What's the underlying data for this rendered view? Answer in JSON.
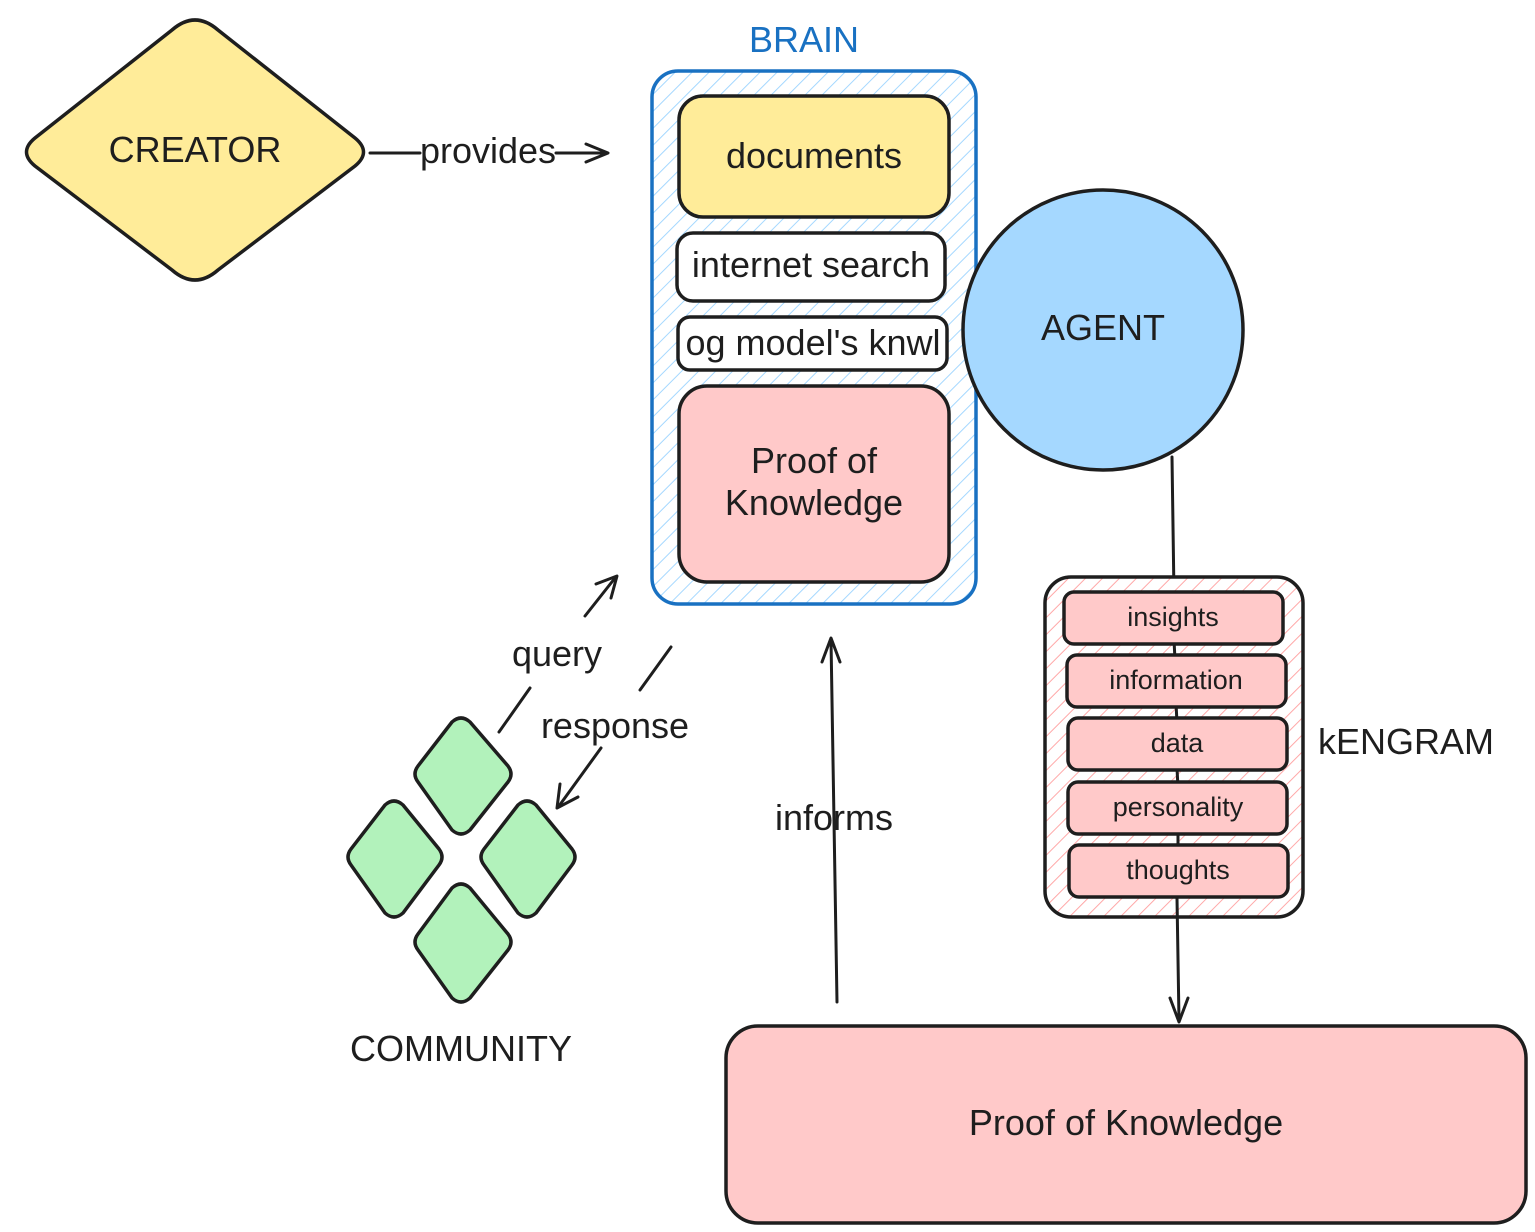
{
  "colors": {
    "creator_fill": "#ffec99",
    "documents_fill": "#ffec99",
    "brain_stroke": "#1971c2",
    "brain_hatch": "#a5d8ff",
    "agent_fill": "#a5d8ff",
    "pink_fill": "#ffc9c9",
    "kengram_hatch": "#ffa8a8",
    "community_fill": "#b2f2bb",
    "stroke": "#1e1e1e"
  },
  "creator": {
    "label": "CREATOR",
    "shape": "diamond"
  },
  "brain": {
    "title": "BRAIN",
    "items": {
      "documents": "documents",
      "internet_search": "internet search",
      "og_model": "og model's knwl",
      "proof_line1": "Proof of",
      "proof_line2": "Knowledge"
    }
  },
  "agent": {
    "label": "AGENT",
    "shape": "circle"
  },
  "kengram": {
    "title": "kENGRAM",
    "items": [
      "insights",
      "information",
      "data",
      "personality",
      "thoughts"
    ]
  },
  "community": {
    "label": "COMMUNITY",
    "icon": "four-diamond-grid-icon"
  },
  "proof_of_knowledge": {
    "label": "Proof of Knowledge"
  },
  "edges": {
    "provides": "provides",
    "query": "query",
    "response": "response",
    "informs": "informs"
  }
}
